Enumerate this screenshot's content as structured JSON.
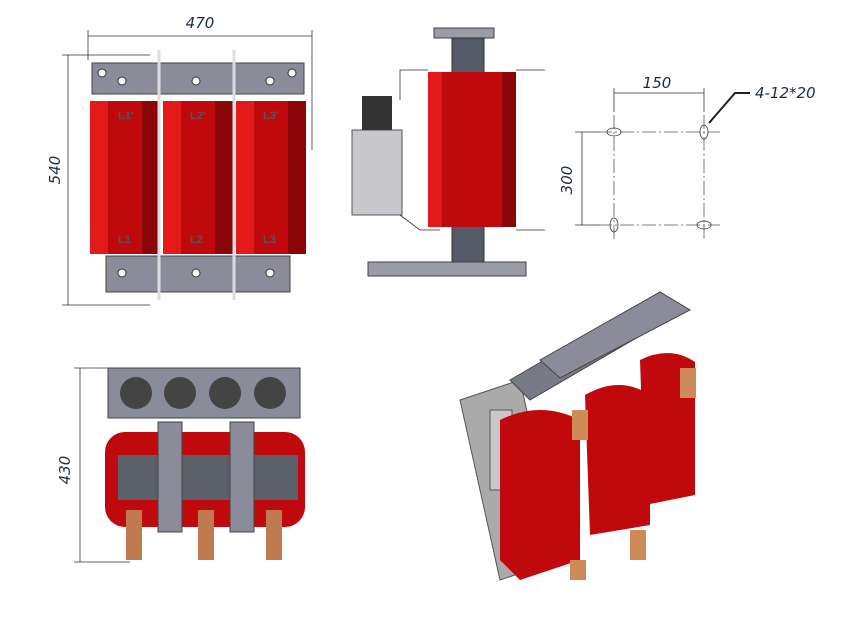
{
  "front_view": {
    "width_dim": "470",
    "height_dim": "540",
    "coil_top_labels": [
      "L1'",
      "L2'",
      "L3'"
    ],
    "coil_bottom_labels": [
      "L1",
      "L2",
      "L3"
    ]
  },
  "mounting_view": {
    "horizontal_dim": "150",
    "vertical_dim": "300",
    "hole_spec": "4-12*20"
  },
  "top_view": {
    "depth_dim": "430"
  },
  "colors": {
    "coil": "#c0090d",
    "steel": "#8a8c99",
    "dimension": "#1c2a4a"
  }
}
